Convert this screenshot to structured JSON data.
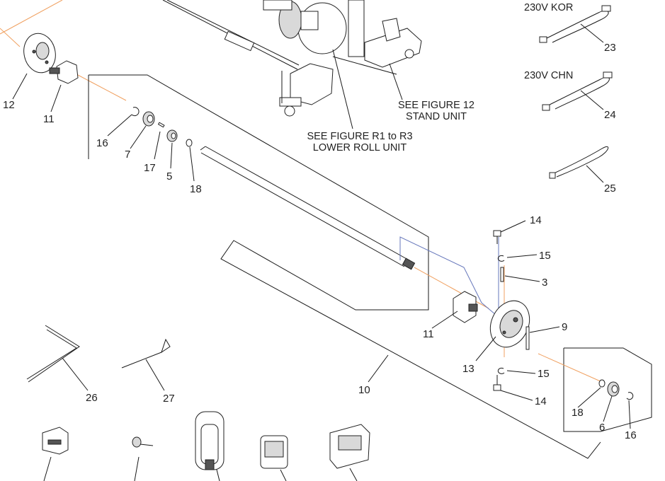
{
  "callouts": {
    "p12": "12",
    "p11_top": "11",
    "p16_left": "16",
    "p7": "7",
    "p17": "17",
    "p5": "5",
    "p18_left": "18",
    "p14_top": "14",
    "p15_top": "15",
    "p3": "3",
    "p9": "9",
    "p11_right": "11",
    "p13": "13",
    "p15_bottom": "15",
    "p14_bottom": "14",
    "p10": "10",
    "p18_right": "18",
    "p6": "6",
    "p16_right": "16",
    "p26": "26",
    "p27": "27",
    "p23": "23",
    "p24": "24",
    "p25": "25"
  },
  "cables": {
    "kor": "230V KOR",
    "chn": "230V CHN"
  },
  "references": {
    "stand_line1": "SEE FIGURE 12",
    "stand_line2": "STAND UNIT",
    "roll_line1": "SEE FIGURE R1 to R3",
    "roll_line2": "LOWER ROLL UNIT"
  },
  "colors": {
    "line": "#1a1a1a",
    "axis_orange": "#f0a060",
    "guide_blue": "#6677bb",
    "part_gray": "#d9d9d9"
  }
}
